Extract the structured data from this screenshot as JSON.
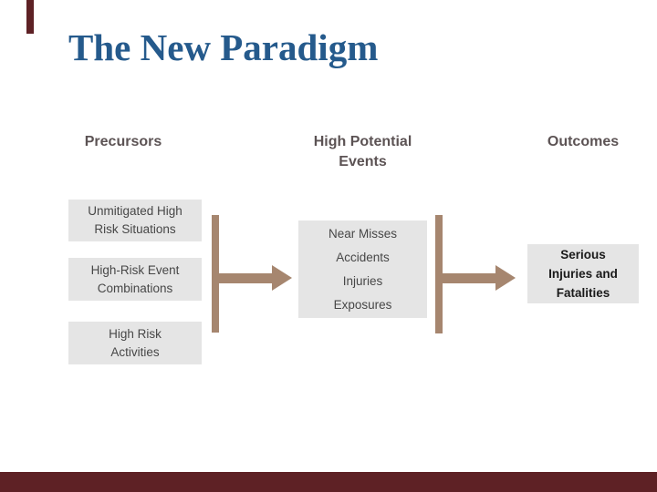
{
  "slide": {
    "title": "The New Paradigm",
    "headers": [
      {
        "lines": [
          "Precursors"
        ]
      },
      {
        "lines": [
          "High Potential",
          "Events"
        ]
      },
      {
        "lines": [
          "Outcomes"
        ]
      }
    ],
    "precursor_boxes": [
      {
        "lines": [
          "Unmitigated High",
          "Risk Situations"
        ]
      },
      {
        "lines": [
          "High-Risk Event",
          "Combinations"
        ]
      },
      {
        "lines": [
          "High Risk",
          "Activities"
        ]
      }
    ],
    "event_box": {
      "lines": [
        "Near Misses",
        "Accidents",
        "Injuries",
        "Exposures"
      ]
    },
    "outcome_box": {
      "lines": [
        "Serious",
        "Injuries and",
        "Fatalities"
      ]
    },
    "colors": {
      "title_blue": "#255a8c",
      "header_taupe": "#5c5354",
      "box_fill_gray": "#e5e5e5",
      "box_text_gray": "#474747",
      "arrow_tan": "#a6866f",
      "accent_maroon": "#5e2125",
      "outcome_text": "#1a1a1a",
      "background": "#ffffff"
    }
  }
}
